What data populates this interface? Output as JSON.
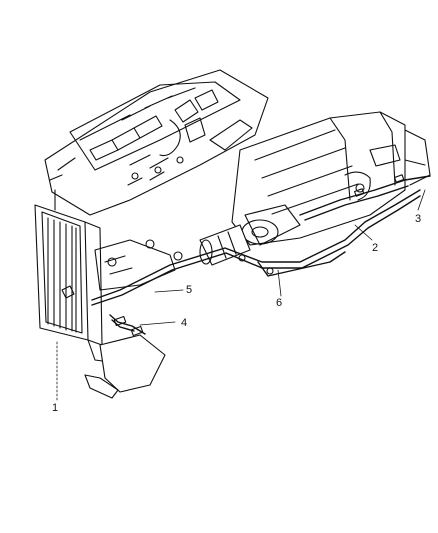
{
  "callouts": [
    {
      "id": "1",
      "text": "1"
    },
    {
      "id": "2",
      "text": "2"
    },
    {
      "id": "3",
      "text": "3"
    },
    {
      "id": "4",
      "text": "4"
    },
    {
      "id": "5",
      "text": "5"
    },
    {
      "id": "6",
      "text": "6"
    }
  ],
  "colors": {
    "ink": "#111111",
    "background": "#ffffff"
  }
}
